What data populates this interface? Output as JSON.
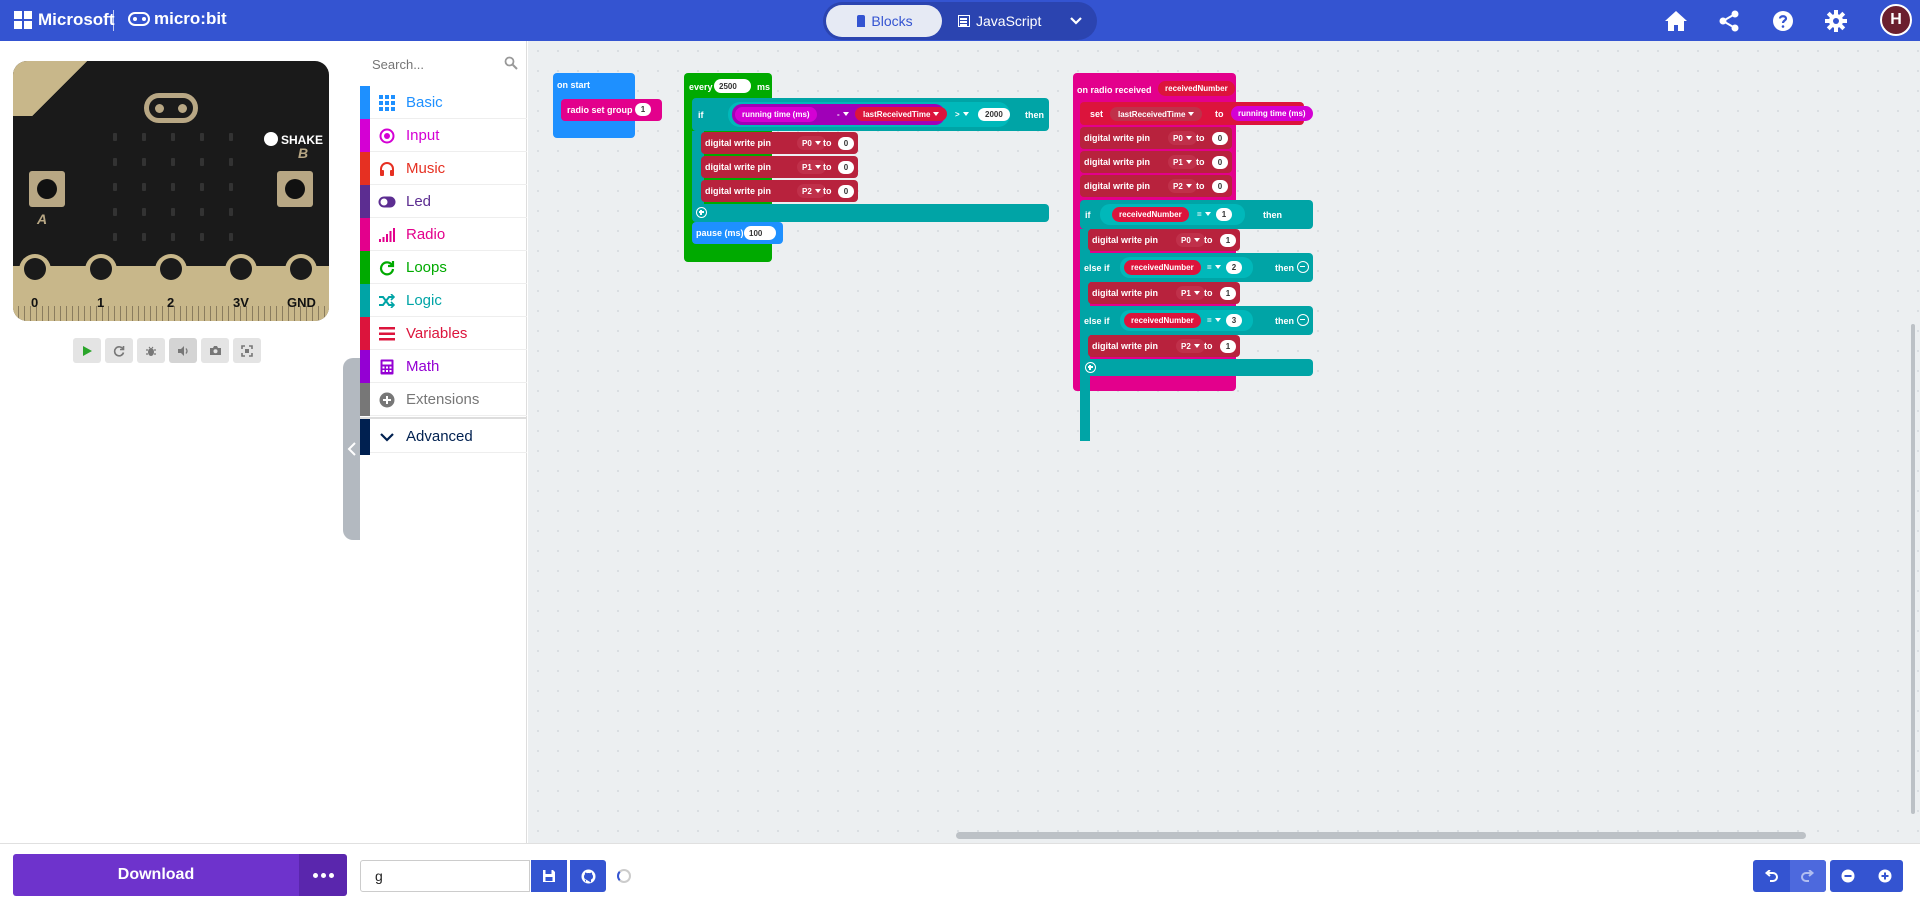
{
  "header": {
    "ms_text": "Microsoft",
    "mb_text": "micro:bit",
    "blocks_label": "Blocks",
    "js_label": "JavaScript",
    "avatar_letter": "H"
  },
  "toolbox": {
    "search_placeholder": "Search...",
    "categories": [
      {
        "label": "Basic",
        "color": "#1e90ff"
      },
      {
        "label": "Input",
        "color": "#d400d4"
      },
      {
        "label": "Music",
        "color": "#e63022"
      },
      {
        "label": "Led",
        "color": "#5c2d91"
      },
      {
        "label": "Radio",
        "color": "#e3008c"
      },
      {
        "label": "Loops",
        "color": "#00aa00"
      },
      {
        "label": "Logic",
        "color": "#00a4a6"
      },
      {
        "label": "Variables",
        "color": "#dc143c"
      },
      {
        "label": "Math",
        "color": "#9400d3"
      },
      {
        "label": "Extensions",
        "color": "#777777"
      },
      {
        "label": "Advanced",
        "color": "#002050"
      }
    ]
  },
  "simulator": {
    "shake_label": "SHAKE",
    "button_a": "A",
    "button_b": "B",
    "pins": [
      "0",
      "1",
      "2",
      "3V",
      "GND"
    ]
  },
  "blocks": {
    "on_start": "on start",
    "radio_set_group": "radio set group",
    "radio_group_value": "1",
    "every": "every",
    "every_value": "2500",
    "ms": "ms",
    "if": "if",
    "running_time": "running time (ms)",
    "minus_op": "-",
    "last_received": "lastReceivedTime",
    "gt_op": ">",
    "threshold": "2000",
    "then": "then",
    "digital_write": "digital write pin",
    "to": "to",
    "p0": "P0",
    "p1": "P1",
    "p2": "P2",
    "zero": "0",
    "one": "1",
    "pause": "pause (ms)",
    "pause_value": "100",
    "on_radio_received": "on radio received",
    "received_number": "receivedNumber",
    "set": "set",
    "eq_op": "=",
    "else_if": "else if",
    "two": "2",
    "three": "3"
  },
  "bottombar": {
    "download_label": "Download",
    "project_name": "g"
  },
  "colors": {
    "header": "#3454d1",
    "basic": "#1e90ff",
    "radio": "#e3008c",
    "loops": "#00aa00",
    "logic": "#00a4a6",
    "variables": "#dc143c",
    "pins": "#b8223d",
    "input": "#d400d4",
    "download": "#6e33cc"
  }
}
